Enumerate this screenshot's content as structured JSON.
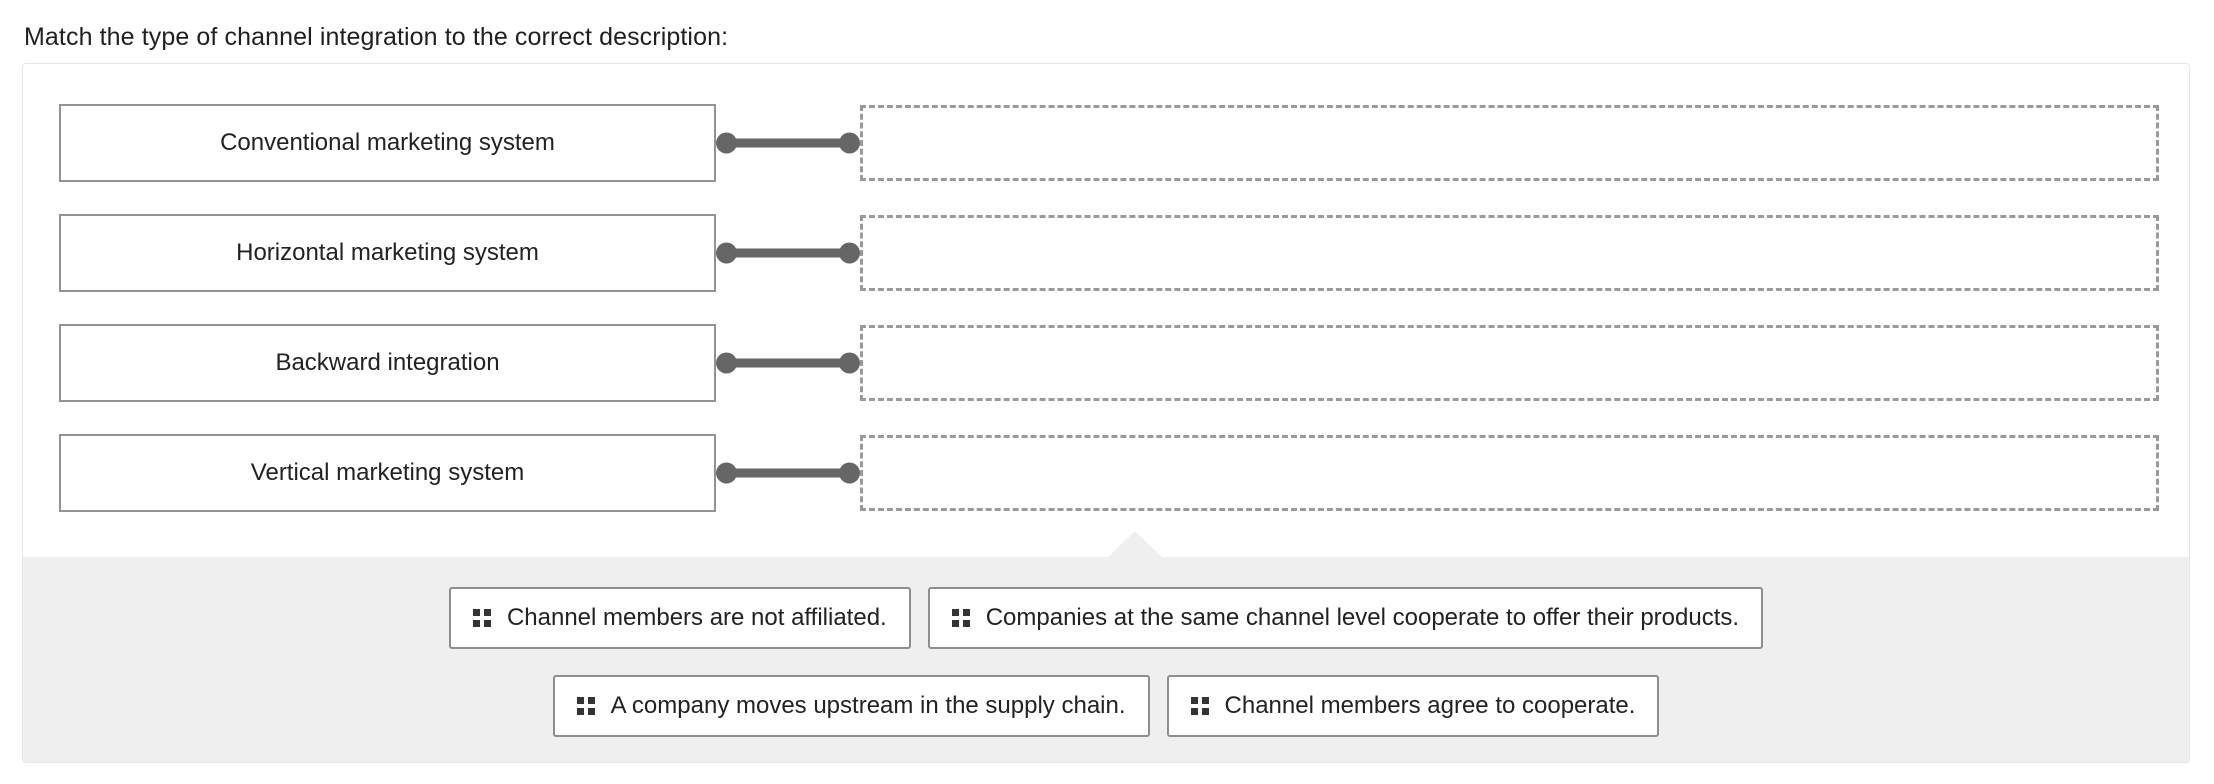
{
  "prompt": "Match the type of channel integration to the correct description:",
  "match_rows": [
    {
      "term": "Conventional marketing system",
      "answer": ""
    },
    {
      "term": "Horizontal marketing system",
      "answer": ""
    },
    {
      "term": "Backward integration",
      "answer": ""
    },
    {
      "term": "Vertical marketing system",
      "answer": ""
    }
  ],
  "bank": {
    "rows": [
      [
        {
          "label": "Channel members are not affiliated."
        },
        {
          "label": "Companies at the same channel level cooperate to offer their products."
        }
      ],
      [
        {
          "label": "A company moves upstream in the supply chain."
        },
        {
          "label": "Channel members agree to cooperate."
        }
      ]
    ]
  },
  "colors": {
    "term_border": "#939393",
    "dropzone_border": "#9a9a9a",
    "connector": "#666666",
    "tray_bg": "#efefef",
    "chip_border": "#8e8e8e",
    "card_border": "#e6e6e6"
  }
}
